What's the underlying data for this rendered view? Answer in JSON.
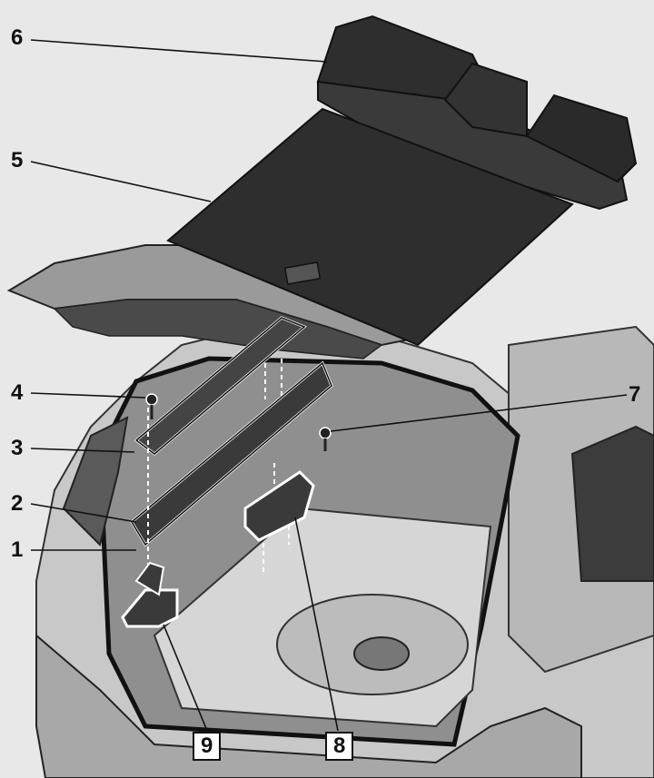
{
  "callouts": [
    {
      "id": "c6",
      "label": "6"
    },
    {
      "id": "c5",
      "label": "5"
    },
    {
      "id": "c4",
      "label": "4"
    },
    {
      "id": "c3",
      "label": "3"
    },
    {
      "id": "c2",
      "label": "2"
    },
    {
      "id": "c1",
      "label": "1"
    },
    {
      "id": "c7",
      "label": "7"
    },
    {
      "id": "c9",
      "label": "9"
    },
    {
      "id": "c8",
      "label": "8"
    }
  ],
  "colors": {
    "background": "#e8e8e8",
    "ink": "#111111",
    "panel_dark": "#2e2e2e",
    "body_grey": "#bdbdbd",
    "trim_dark": "#555555"
  }
}
